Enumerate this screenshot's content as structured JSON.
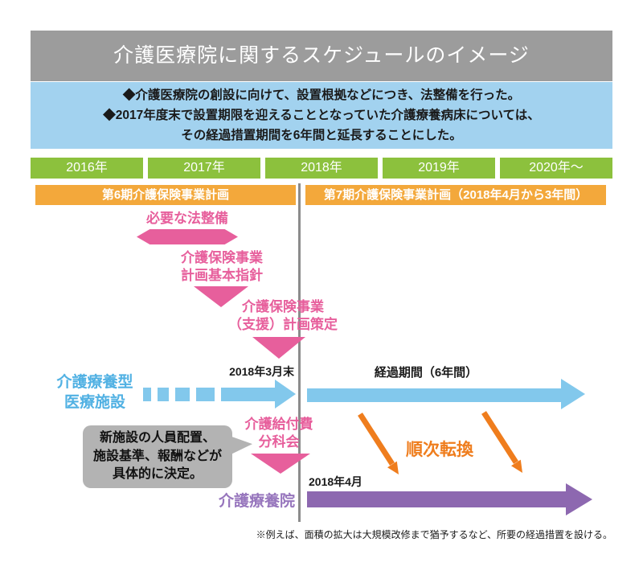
{
  "title": "介護医療院に関するスケジュールのイメージ",
  "summary_lines": [
    "◆介護医療院の創設に向けて、設置根拠などにつき、法整備を行った。",
    "◆2017年度末で設置期限を迎えることとなっていた介護療養病床については、",
    "その経過措置期間を6年間と延長することにした。"
  ],
  "years": [
    "2016年",
    "2017年",
    "2018年",
    "2019年",
    "2020年〜"
  ],
  "plans": {
    "p6": "第6期介護保険事業計画",
    "p7": "第7期介護保険事業計画（2018年4月から3年間）"
  },
  "pink_steps": {
    "legal": "必要な法整備",
    "guideline_line1": "介護保険事業",
    "guideline_line2": "計画基本指針",
    "plan_line1": "介護保険事業",
    "plan_line2": "（支援）計画策定",
    "subcommittee_line1": "介護給付費",
    "subcommittee_line2": "分科会"
  },
  "old_facility": {
    "line1": "介護療養型",
    "line2": "医療施設"
  },
  "new_facility": "介護療養院",
  "labels": {
    "march2018": "2018年3月末",
    "april2018": "2018年4月",
    "transition_period": "経過期間（6年間）",
    "sequential": "順次転換"
  },
  "bubble_lines": [
    "新施設の人員配置、",
    "施設基準、報酬などが",
    "具体的に決定。"
  ],
  "footnote": "※例えば、面積の拡大は大規模改修まで猶予するなど、所要の経過措置を設ける。",
  "colors": {
    "title_bg": "#9c9c9c",
    "summary_bg": "#a2d2ef",
    "year_bg": "#8cc13d",
    "plan_bg": "#f3a83b",
    "pink": "#e75f9c",
    "blue_arrow": "#82c8ec",
    "blue_label": "#51b1e3",
    "purple_arrow": "#8d68b0",
    "orange": "#ef7d1d",
    "bubble_bg": "#b3b3b3",
    "divider": "#8c8c8c"
  }
}
